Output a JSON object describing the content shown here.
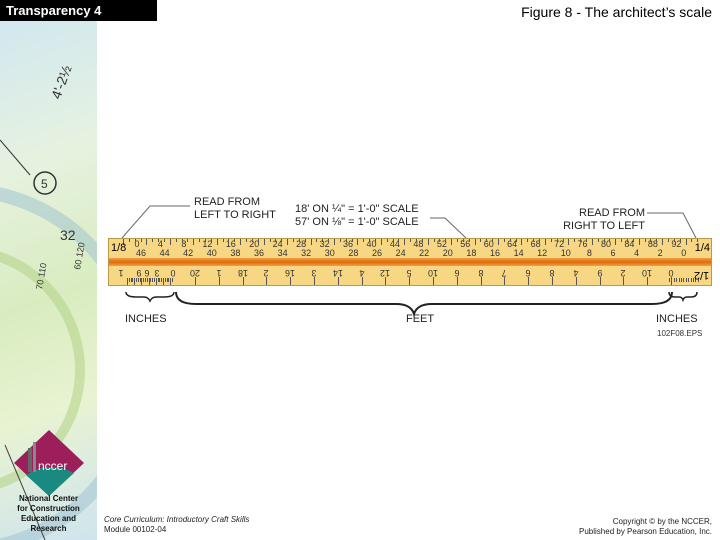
{
  "header": {
    "badge": "Transparency 4",
    "title": "Figure 8 - The architect’s scale"
  },
  "figure": {
    "callout_left": [
      "READ FROM",
      "LEFT TO RIGHT"
    ],
    "callout_center": [
      "18' ON ¼\" = 1'-0\" SCALE",
      "57' ON ⅛\" = 1'-0\" SCALE"
    ],
    "callout_right": [
      "READ FROM",
      "RIGHT TO LEFT"
    ],
    "label_inches_left": "INCHES",
    "label_feet": "FEET",
    "label_inches_right": "INCHES",
    "file_id": "102F08.EPS",
    "ruler": {
      "left_end": "1/8",
      "right_end": "1/4",
      "upper_row": [
        "0",
        "4",
        "8",
        "12",
        "16",
        "20",
        "24",
        "28",
        "32",
        "36",
        "40",
        "44",
        "48",
        "52",
        "56",
        "60",
        "64",
        "68",
        "72",
        "76",
        "80",
        "84",
        "88",
        "92"
      ],
      "lower_row": [
        "46",
        "44",
        "42",
        "40",
        "38",
        "36",
        "34",
        "32",
        "30",
        "28",
        "26",
        "24",
        "22",
        "20",
        "18",
        "16",
        "14",
        "12",
        "10",
        "8",
        "6",
        "4",
        "2",
        "0"
      ],
      "bottom_inches_left": [
        "1",
        "9",
        "6",
        "3",
        "0"
      ],
      "bottom_row": [
        "20",
        "1",
        "18",
        "2",
        "16",
        "3",
        "14",
        "4",
        "12",
        "5",
        "10",
        "6",
        "8",
        "7",
        "6",
        "8",
        "4",
        "9",
        "2",
        "10",
        "0"
      ],
      "bottom_right_end": "1/2",
      "colors": {
        "body": "#f7d684",
        "stripe": "#e06a10"
      }
    }
  },
  "logo": {
    "text": "nccer",
    "org": [
      "National Center",
      "for Construction",
      "Education and",
      "Research"
    ]
  },
  "footer": {
    "course": "Core Curriculum: Introductory Craft Skills",
    "module": "Module 00102-04",
    "copyright": "Copyright © by the NCCER,",
    "publisher": "Published by Pearson Education, Inc."
  }
}
